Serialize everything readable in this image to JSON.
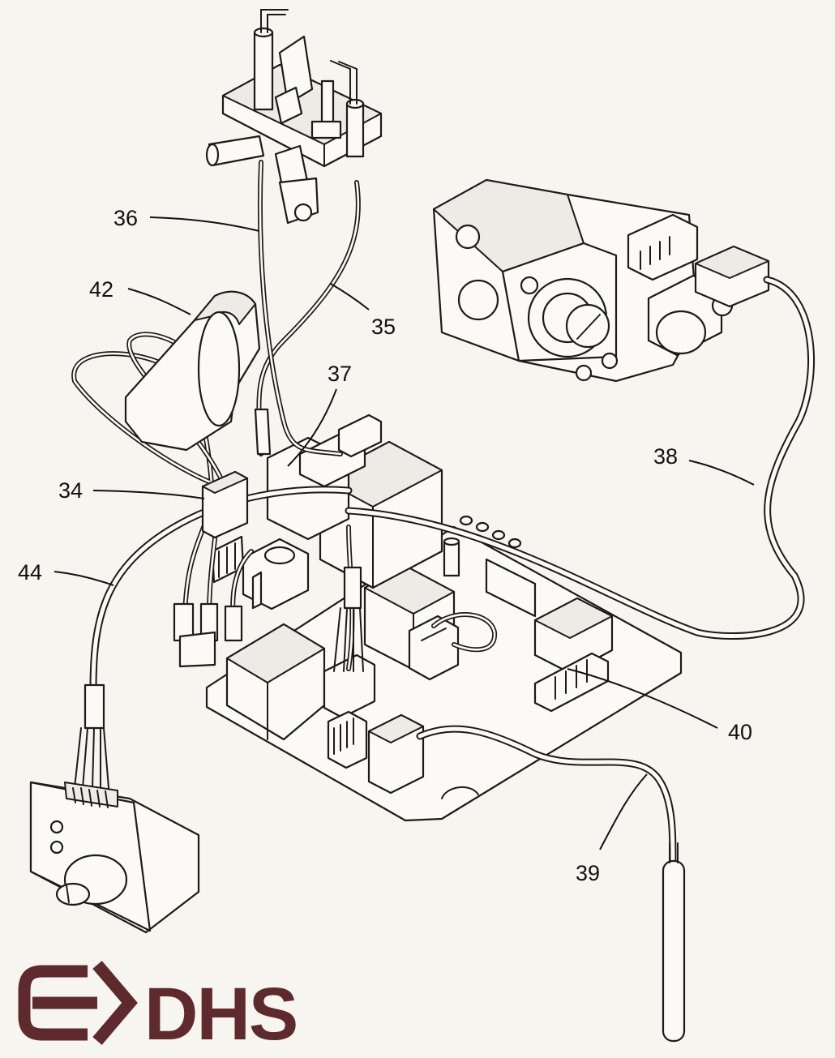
{
  "diagram": {
    "callouts": [
      {
        "id": "34",
        "label": "34"
      },
      {
        "id": "35",
        "label": "35"
      },
      {
        "id": "36",
        "label": "36"
      },
      {
        "id": "37",
        "label": "37"
      },
      {
        "id": "38",
        "label": "38"
      },
      {
        "id": "39",
        "label": "39"
      },
      {
        "id": "40",
        "label": "40"
      },
      {
        "id": "42",
        "label": "42"
      },
      {
        "id": "44",
        "label": "44"
      }
    ]
  },
  "logo": {
    "text": "DHS",
    "color": "#5e2a2e"
  },
  "colors": {
    "line": "#1b1b1b",
    "paper": "#f7f5ef"
  }
}
